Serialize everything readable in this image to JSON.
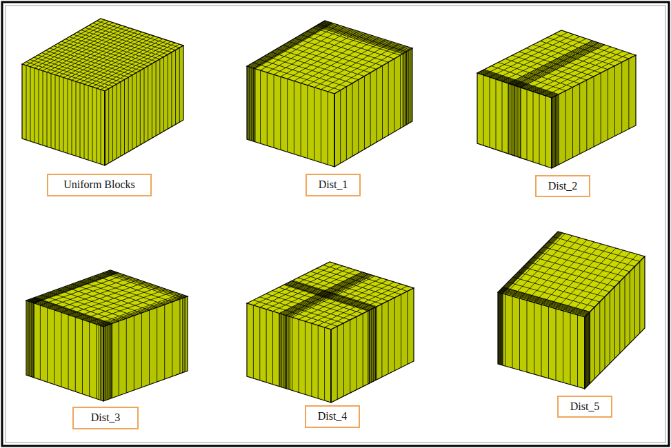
{
  "diagram": {
    "nodes": [
      {
        "text": [
          "Uniform Blocks"
        ]
      },
      {
        "text": [
          "Dist_1"
        ]
      },
      {
        "text": [
          "Dist_2"
        ]
      },
      {
        "text": [
          "Dist_3"
        ]
      },
      {
        "text": [
          "Dist_4"
        ]
      },
      {
        "text": [
          "Dist_5"
        ]
      }
    ]
  }
}
